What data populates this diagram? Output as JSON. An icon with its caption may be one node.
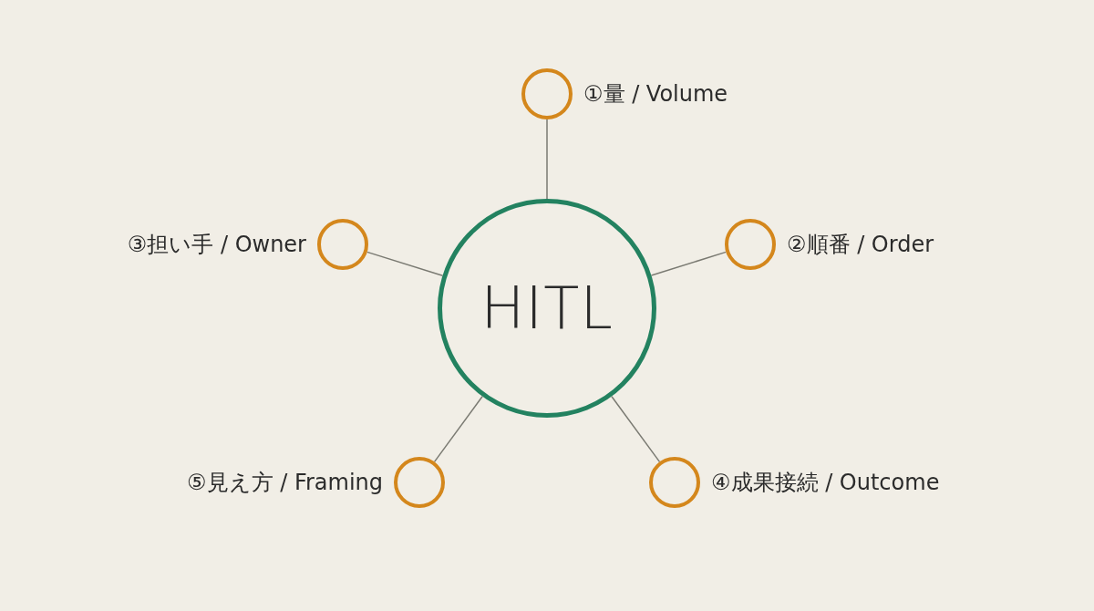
{
  "diagram": {
    "nodes": [
      {
        "text": [],
        "shape": "circle",
        "beside": [
          "①量 / Volume"
        ]
      },
      {
        "text": [],
        "shape": "circle",
        "beside": [
          "③担い手 / Owner"
        ]
      },
      {
        "text": [],
        "shape": "circle",
        "beside": [
          "②順番 / Order"
        ]
      },
      {
        "text": [
          "HITL"
        ]
      },
      {
        "text": [],
        "shape": "circle",
        "beside": [
          "⑤見え方 / Framing"
        ]
      },
      {
        "text": [],
        "shape": "circle",
        "beside": [
          "④成果接続 / Outcome"
        ]
      }
    ],
    "edges": [
      {
        "from": 3,
        "to": 0,
        "arrow": "none"
      },
      {
        "from": 3,
        "to": 2,
        "arrow": "none"
      },
      {
        "from": 3,
        "to": 1,
        "arrow": "none"
      },
      {
        "from": 3,
        "to": 5,
        "arrow": "none"
      },
      {
        "from": 3,
        "to": 4,
        "arrow": "none"
      }
    ]
  }
}
